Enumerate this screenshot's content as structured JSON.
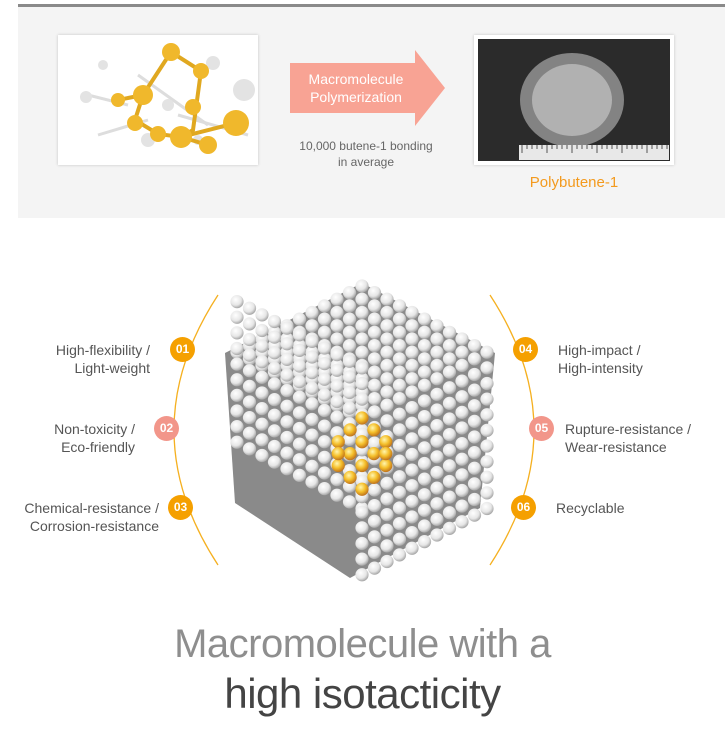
{
  "process": {
    "arrow_label_line1": "Macromolecule",
    "arrow_label_line2": "Polymerization",
    "note_line1": "10,000 butene-1 bonding",
    "note_line2": "in average",
    "product_label": "Polybutene-1"
  },
  "features": [
    {
      "num": "01",
      "line1": "High-flexibility /",
      "line2": "Light-weight"
    },
    {
      "num": "02",
      "line1": "Non-toxicity /",
      "line2": "Eco-friendly"
    },
    {
      "num": "03",
      "line1": "Chemical-resistance /",
      "line2": "Corrosion-resistance"
    },
    {
      "num": "04",
      "line1": "High-impact /",
      "line2": "High-intensity"
    },
    {
      "num": "05",
      "line1": "Rupture-resistance /",
      "line2": "Wear-resistance"
    },
    {
      "num": "06",
      "line1": "Recyclable",
      "line2": ""
    }
  ],
  "headline": {
    "line1": "Macromolecule with a",
    "line2": "high isotacticity"
  },
  "colors": {
    "orange": "#f5a000",
    "pink": "#f2968a",
    "arrow": "#f8a394",
    "product": "#f39a1e"
  }
}
